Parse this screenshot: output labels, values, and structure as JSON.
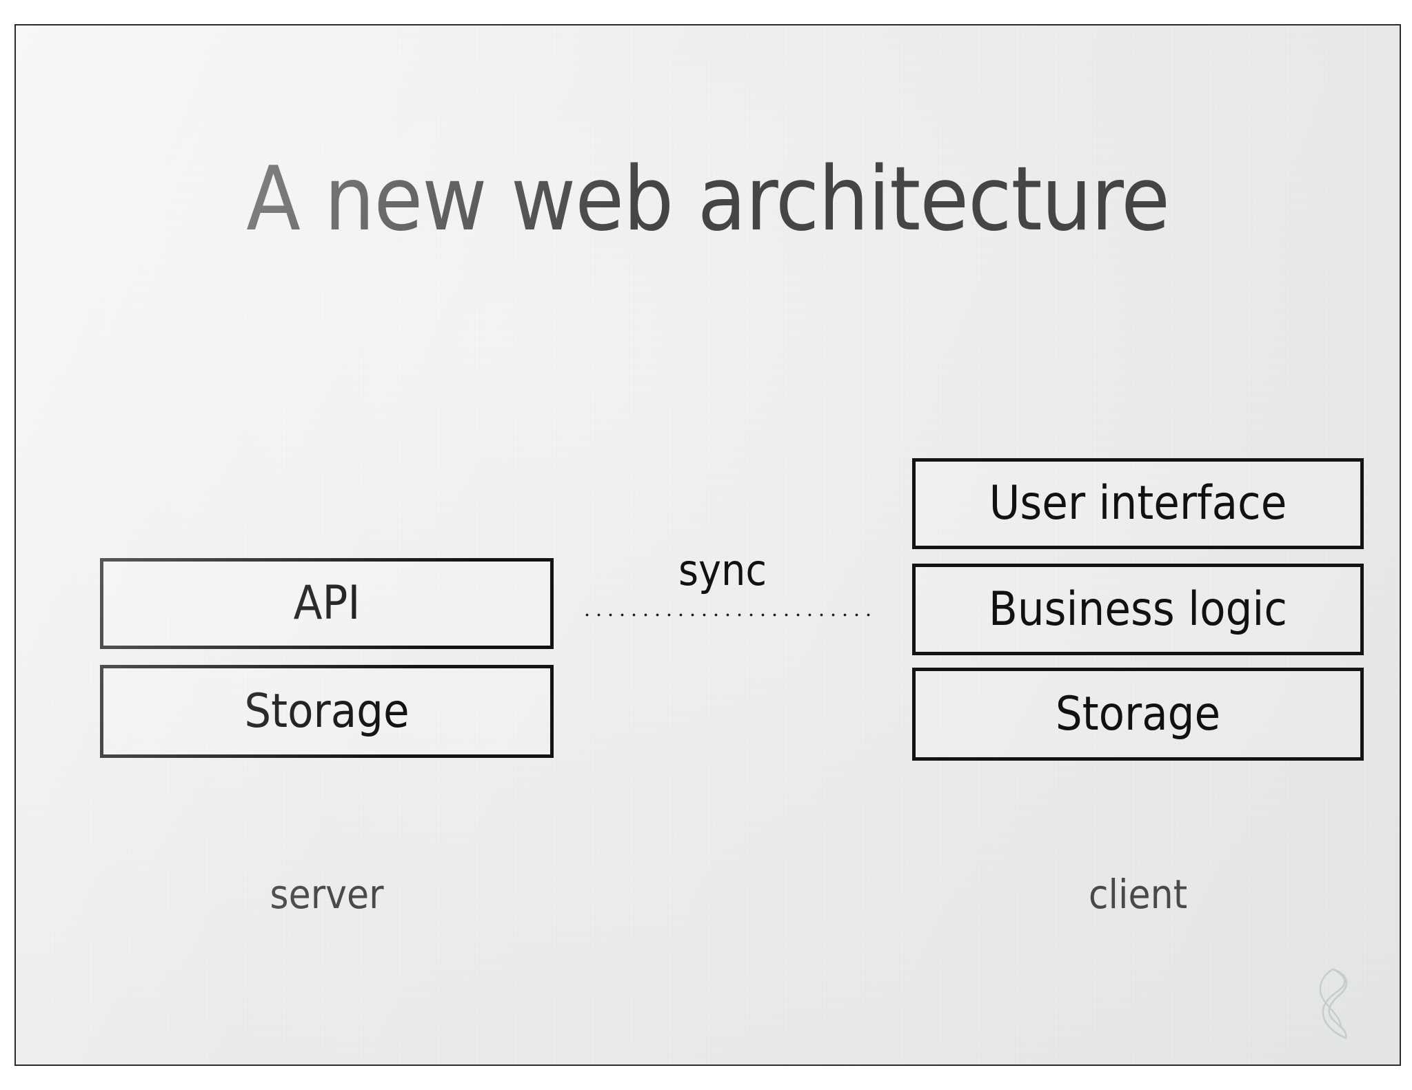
{
  "slide": {
    "title": "A new web architecture",
    "background_color": "#eceeed",
    "frame_color": "#2b2b2b",
    "title_color": "#454545",
    "box_border_color": "#131313",
    "caption_color": "#4a4a4a"
  },
  "diagram": {
    "server": {
      "caption": "server",
      "layers": [
        {
          "label": "API"
        },
        {
          "label": "Storage"
        }
      ]
    },
    "client": {
      "caption": "client",
      "layers": [
        {
          "label": "User interface"
        },
        {
          "label": "Business logic"
        },
        {
          "label": "Storage"
        }
      ]
    },
    "connector": {
      "label": "sync",
      "style": "dotted",
      "color": "#1a1a1a"
    }
  },
  "watermark": {
    "name": "flame-logo",
    "color": "#9aa0a0"
  }
}
